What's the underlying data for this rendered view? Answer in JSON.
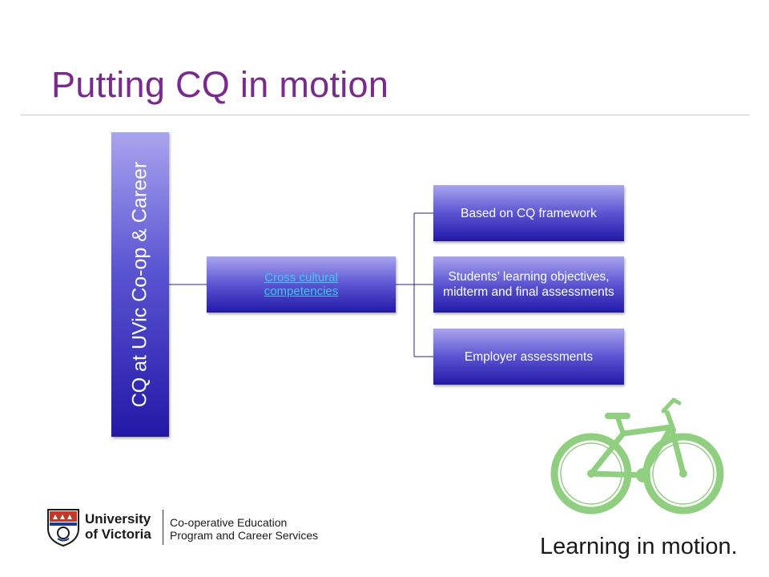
{
  "slide": {
    "title": "Putting CQ in motion",
    "tagline": "Learning in motion."
  },
  "diagram": {
    "root": "CQ at UVic Co-op & Career",
    "middle": "Cross cultural competencies",
    "leaves": [
      "Based on CQ framework",
      "Students’ learning objectives, midterm and final assessments",
      "Employer assessments"
    ]
  },
  "footer": {
    "university_line1": "University",
    "university_line2": "of Victoria",
    "dept_line1": "Co-operative Education",
    "dept_line2": "Program and Career Services"
  },
  "colors": {
    "title": "#7a2a8e",
    "box_top": "#a9a4ee",
    "box_bottom": "#2218a8",
    "link": "#40c8ee",
    "bike": "#8fcf7f"
  },
  "icons": [
    "uvic-crest-logo",
    "bicycle-icon"
  ]
}
